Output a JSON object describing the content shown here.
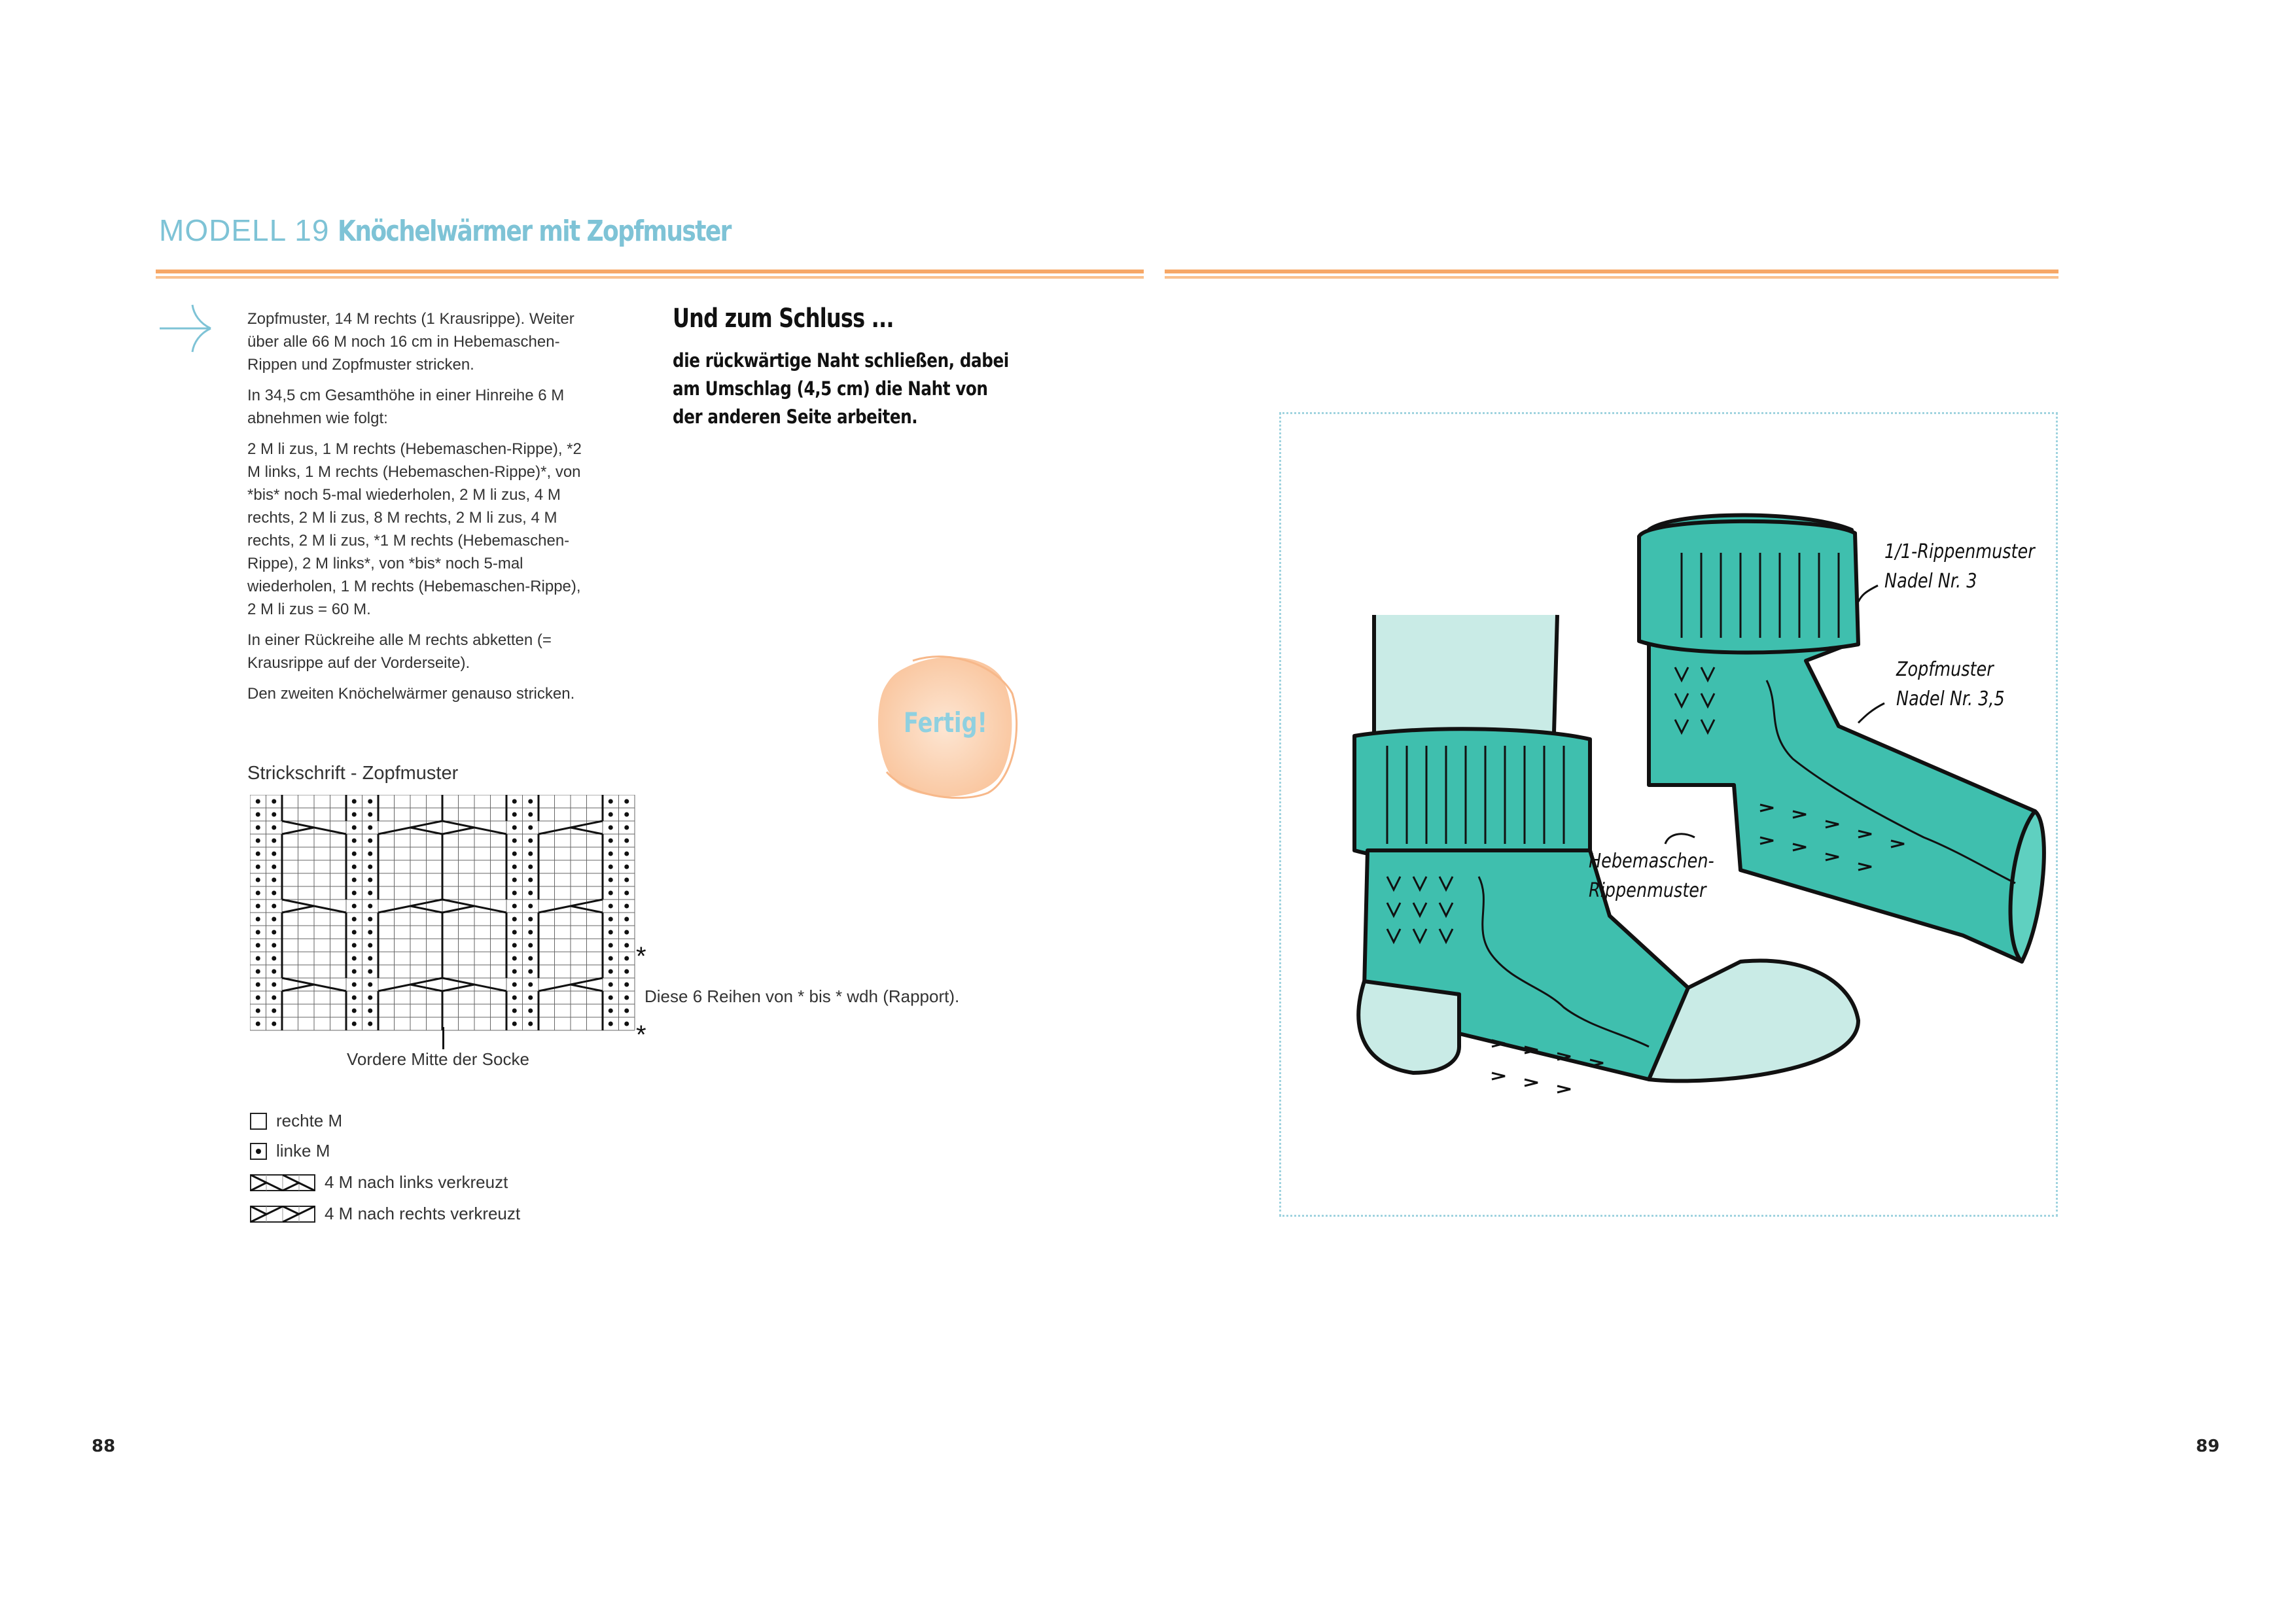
{
  "header": {
    "model_label": "MODELL 19",
    "title": "Knöchelwärmer mit Zopfmuster"
  },
  "colors": {
    "accent_blue": "#7ec3d6",
    "accent_orange": "#f6a766",
    "sock_teal": "#3fbfae",
    "sock_light": "#c9ebe6"
  },
  "instructions": {
    "icon": "arrow-right-icon",
    "paragraphs": [
      "Zopfmuster, 14 M rechts (1 Krausrippe). Weiter über alle 66 M noch 16 cm in Hebemaschen-Rippen und Zopfmuster stricken.",
      "In 34,5 cm Gesamthöhe in einer Hinreihe 6 M abnehmen wie folgt:",
      "2 M li zus, 1 M rechts (Hebemaschen-Rippe), *2 M links, 1 M rechts (Hebemaschen-Rippe)*, von *bis* noch 5-mal wiederholen, 2 M li zus, 4 M rechts, 2 M li zus, 8 M rechts, 2 M li zus, 4 M rechts, 2 M li zus, *1 M rechts (Hebemaschen-Rippe), 2 M links*, von *bis* noch 5-mal wiederholen, 1 M rechts (Hebemaschen-Rippe), 2 M li zus = 60 M.",
      "In einer Rückreihe alle M rechts abketten (= Krausrippe auf der Vorderseite).",
      "Den zweiten Knöchelwärmer genauso stricken."
    ]
  },
  "finish": {
    "heading": "Und zum Schluss ...",
    "body": "die rückwärtige Naht schließen, dabei am Umschlag (4,5 cm) die Naht von der anderen Seite arbeiten."
  },
  "badge": {
    "text": "Fertig!"
  },
  "chart": {
    "label": "Strickschrift - Zopfmuster",
    "columns": 24,
    "rows": 18,
    "purl_columns": [
      1,
      2,
      7,
      8,
      17,
      18,
      23,
      24
    ],
    "cable_groups": [
      [
        3,
        6
      ],
      [
        9,
        12
      ],
      [
        13,
        16
      ],
      [
        19,
        22
      ]
    ],
    "cable_rows_from_top": [
      3,
      9,
      15
    ],
    "repeat_marker": "*",
    "repeat_note": "Diese 6 Reihen von * bis * wdh (Rapport).",
    "center_note": "Vordere Mitte der Socke"
  },
  "legend": [
    {
      "symbol": "empty-square-icon",
      "label": "rechte M"
    },
    {
      "symbol": "dot-square-icon",
      "label": "linke M"
    },
    {
      "symbol": "cross-left-icon",
      "label": "4 M nach links verkreuzt"
    },
    {
      "symbol": "cross-right-icon",
      "label": "4 M nach rechts verkreuzt"
    }
  ],
  "illustration": {
    "labels": {
      "rib_1": "1/1-Rippenmuster",
      "rib_2": "Nadel Nr. 3",
      "cable_1": "Zopfmuster",
      "cable_2": "Nadel Nr. 3,5",
      "slip_1": "Hebemaschen-",
      "slip_2": "Rippenmuster"
    }
  },
  "pages": {
    "left": "88",
    "right": "89"
  }
}
